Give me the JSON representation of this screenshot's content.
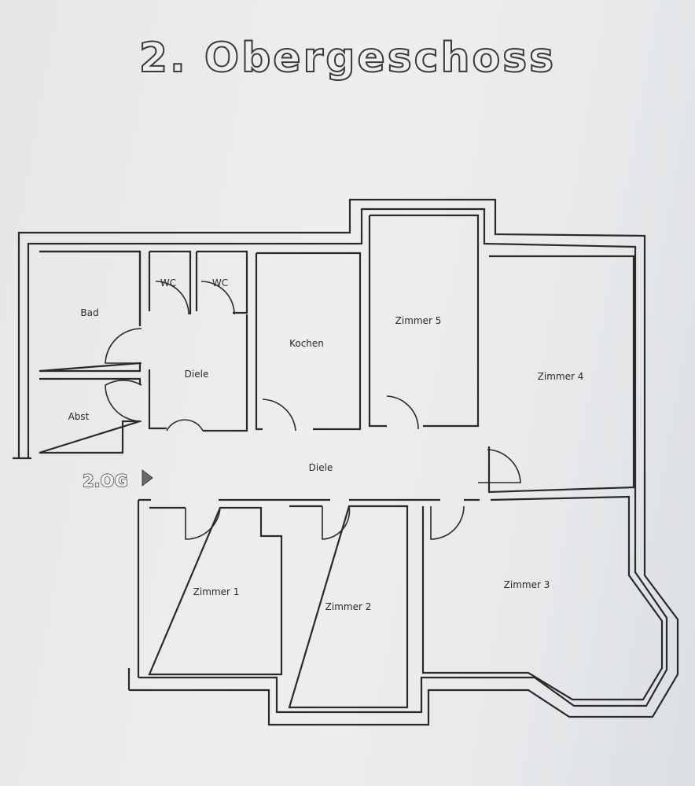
{
  "title": "2. Obergeschoss",
  "floor_marker": "2.OG",
  "rooms": {
    "bad": "Bad",
    "abst": "Abst",
    "wc1": "WC",
    "wc2": "WC",
    "diele_upper": "Diele",
    "kochen": "Kochen",
    "zimmer5": "Zimmer 5",
    "zimmer4": "Zimmer 4",
    "diele_main": "Diele",
    "zimmer1": "Zimmer 1",
    "zimmer2": "Zimmer 2",
    "zimmer3": "Zimmer 3"
  }
}
